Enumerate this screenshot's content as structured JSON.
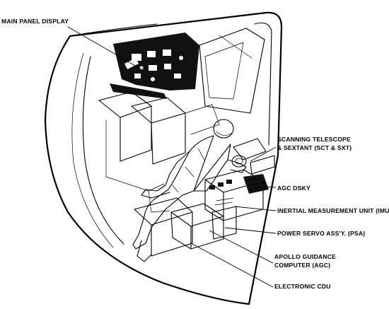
{
  "labels": {
    "main_panel_display": "MAIN PANEL DISPLAY",
    "sct_sxt_line1": "SCANNING TELESCOPE",
    "sct_sxt_line2": "& SEXTANT (SCT & SXT)",
    "agc_dsky": "AGC DSKY",
    "imu": "INERTIAL MEASUREMENT UNIT (IMU)",
    "psa": "POWER SERVO ASS'Y. (PSA)",
    "agc_line1": "APOLLO GUIDANCE",
    "agc_line2": "COMPUTER (AGC)",
    "cdu": "ELECTRONIC CDU"
  }
}
